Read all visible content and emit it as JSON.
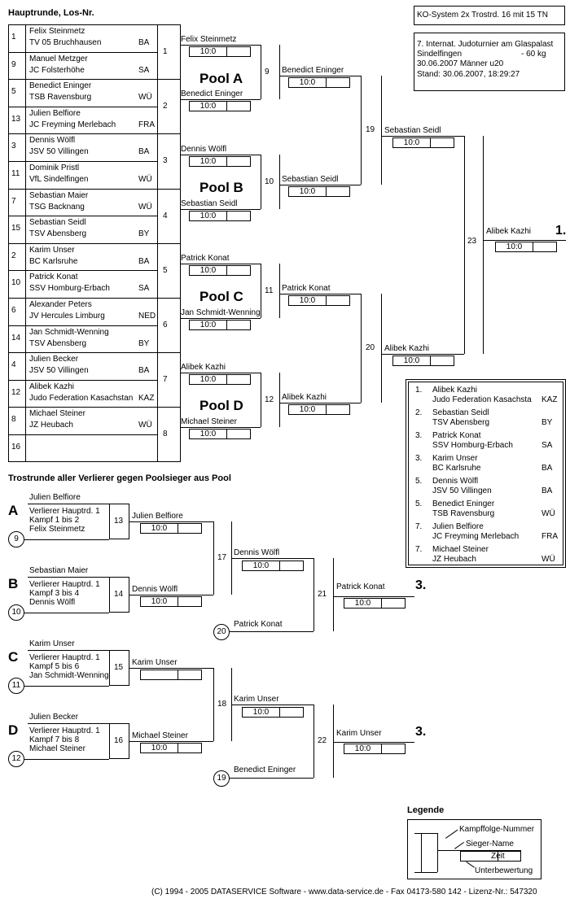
{
  "header": {
    "title": "Hauptrunde, Los-Nr.",
    "system": "KO-System 2x Trostrd. 16 mit 15 TN",
    "event": "7. Internat. Judoturnier am Glaspalast",
    "city": "Sindelfingen",
    "weight": "- 60 kg",
    "date_class": "30.06.2007    Männer u20",
    "stand": "Stand: 30.06.2007, 18:29:27"
  },
  "draw": [
    {
      "no": "1",
      "name": "Felix Steinmetz",
      "club": "TV 05 Bruchhausen",
      "nat": "BA"
    },
    {
      "no": "9",
      "name": "Manuel Metzger",
      "club": "JC Folsterhöhe",
      "nat": "SA"
    },
    {
      "no": "5",
      "name": "Benedict Eninger",
      "club": "TSB Ravensburg",
      "nat": "WÜ"
    },
    {
      "no": "13",
      "name": "Julien Belfiore",
      "club": "JC Freyming Merlebach",
      "nat": "FRA"
    },
    {
      "no": "3",
      "name": "Dennis Wölfl",
      "club": "JSV 50 Villingen",
      "nat": "BA"
    },
    {
      "no": "11",
      "name": "Dominik Pristl",
      "club": "VfL Sindelfingen",
      "nat": "WÜ"
    },
    {
      "no": "7",
      "name": "Sebastian Maier",
      "club": "TSG Backnang",
      "nat": "WÜ"
    },
    {
      "no": "15",
      "name": "Sebastian Seidl",
      "club": "TSV Abensberg",
      "nat": "BY"
    },
    {
      "no": "2",
      "name": "Karim Unser",
      "club": "BC Karlsruhe",
      "nat": "BA"
    },
    {
      "no": "10",
      "name": "Patrick Konat",
      "club": "SSV Homburg-Erbach",
      "nat": "SA"
    },
    {
      "no": "6",
      "name": "Alexander Peters",
      "club": "JV Hercules Limburg",
      "nat": "NED"
    },
    {
      "no": "14",
      "name": "Jan Schmidt-Wenning",
      "club": "TSV Abensberg",
      "nat": "BY"
    },
    {
      "no": "4",
      "name": "Julien Becker",
      "club": "JSV 50 Villingen",
      "nat": "BA"
    },
    {
      "no": "12",
      "name": "Alibek Kazhi",
      "club": "Judo Federation Kasachstan",
      "nat": "KAZ"
    },
    {
      "no": "8",
      "name": "Michael Steiner",
      "club": "JZ Heubach",
      "nat": "WÜ"
    },
    {
      "no": "16",
      "name": "",
      "club": "",
      "nat": ""
    }
  ],
  "fights_r1": [
    {
      "no": "1",
      "winner": "Felix Steinmetz",
      "score": "10:0"
    },
    {
      "no": "2",
      "winner": "Benedict Eninger",
      "score": "10:0"
    },
    {
      "no": "3",
      "winner": "Dennis Wölfl",
      "score": "10:0"
    },
    {
      "no": "4",
      "winner": "Sebastian Seidl",
      "score": "10:0"
    },
    {
      "no": "5",
      "winner": "Patrick Konat",
      "score": "10:0"
    },
    {
      "no": "6",
      "winner": "Jan Schmidt-Wenning",
      "score": "10:0"
    },
    {
      "no": "7",
      "winner": "Alibek Kazhi",
      "score": "10:0"
    },
    {
      "no": "8",
      "winner": "Michael Steiner",
      "score": "10:0"
    }
  ],
  "fights_r2": [
    {
      "no": "9",
      "winner": "Benedict Eninger",
      "score": "10:0"
    },
    {
      "no": "10",
      "winner": "Sebastian Seidl",
      "score": "10:0"
    },
    {
      "no": "11",
      "winner": "Patrick Konat",
      "score": "10:0"
    },
    {
      "no": "12",
      "winner": "Alibek Kazhi",
      "score": "10:0"
    }
  ],
  "fights_r3": [
    {
      "no": "19",
      "winner": "Sebastian Seidl",
      "score": "10:0"
    },
    {
      "no": "20",
      "winner": "Alibek Kazhi",
      "score": "10:0"
    }
  ],
  "final": {
    "no": "23",
    "winner": "Alibek Kazhi",
    "score": "10:0",
    "place": "1."
  },
  "pools": [
    "Pool A",
    "Pool B",
    "Pool C",
    "Pool D"
  ],
  "ranking": [
    {
      "place": "1.",
      "name": "Alibek Kazhi",
      "club": "Judo Federation Kasachsta",
      "nat": "KAZ"
    },
    {
      "place": "2.",
      "name": "Sebastian Seidl",
      "club": "TSV Abensberg",
      "nat": "BY"
    },
    {
      "place": "3.",
      "name": "Patrick Konat",
      "club": "SSV Homburg-Erbach",
      "nat": "SA"
    },
    {
      "place": "3.",
      "name": "Karim Unser",
      "club": "BC Karlsruhe",
      "nat": "BA"
    },
    {
      "place": "5.",
      "name": "Dennis Wölfl",
      "club": "JSV 50 Villingen",
      "nat": "BA"
    },
    {
      "place": "5.",
      "name": "Benedict Eninger",
      "club": "TSB Ravensburg",
      "nat": "WÜ"
    },
    {
      "place": "7.",
      "name": "Julien Belfiore",
      "club": "JC Freyming Merlebach",
      "nat": "FRA"
    },
    {
      "place": "7.",
      "name": "Michael Steiner",
      "club": "JZ Heubach",
      "nat": "WÜ"
    }
  ],
  "repechage": {
    "title": "Trostrunde aller Verlierer gegen Poolsieger aus Pool",
    "blocks": [
      {
        "letter": "A",
        "top_name": "Julien Belfiore",
        "line1": "Verlierer Hauptrd. 1",
        "line2": "Kampf 1 bis 2",
        "bottom_name": "Felix Steinmetz",
        "circle": "9",
        "fight": "13",
        "winner": "Julien Belfiore",
        "score": "10:0"
      },
      {
        "letter": "B",
        "top_name": "Sebastian Maier",
        "line1": "Verlierer Hauptrd. 1",
        "line2": "Kampf 3 bis 4",
        "bottom_name": "Dennis Wölfl",
        "circle": "10",
        "fight": "14",
        "winner": "Dennis Wölfl",
        "score": "10:0"
      },
      {
        "letter": "C",
        "top_name": "Karim Unser",
        "line1": "Verlierer Hauptrd. 1",
        "line2": "Kampf 5 bis 6",
        "bottom_name": "Jan Schmidt-Wenning",
        "circle": "11",
        "fight": "15",
        "winner": "Karim Unser",
        "score": ""
      },
      {
        "letter": "D",
        "top_name": "Julien Becker",
        "line1": "Verlierer Hauptrd. 1",
        "line2": "Kampf 7 bis 8",
        "bottom_name": "Michael Steiner",
        "circle": "12",
        "fight": "16",
        "winner": "Michael Steiner",
        "score": "10:0"
      }
    ],
    "f17": {
      "no": "17",
      "winner": "Dennis Wölfl",
      "score": "10:0"
    },
    "f18": {
      "no": "18",
      "winner": "Karim Unser",
      "score": "10:0"
    },
    "f21": {
      "no": "21",
      "winner": "Patrick Konat",
      "score": "10:0",
      "place": "3.",
      "circle": "20",
      "circle_name": "Patrick Konat"
    },
    "f22": {
      "no": "22",
      "winner": "Karim Unser",
      "score": "10:0",
      "place": "3.",
      "circle": "19",
      "circle_name": "Benedict Eninger"
    }
  },
  "legend": {
    "title": "Legende",
    "fight_no": "Kampffolge-Nummer",
    "winner_name": "Sieger-Name",
    "time": "Zeit",
    "sub": "Unterbewertung"
  },
  "footer": "(C) 1994 - 2005 DATASERVICE Software - www.data-service.de - Fax 04173-580 142 - Lizenz-Nr.: 547320"
}
